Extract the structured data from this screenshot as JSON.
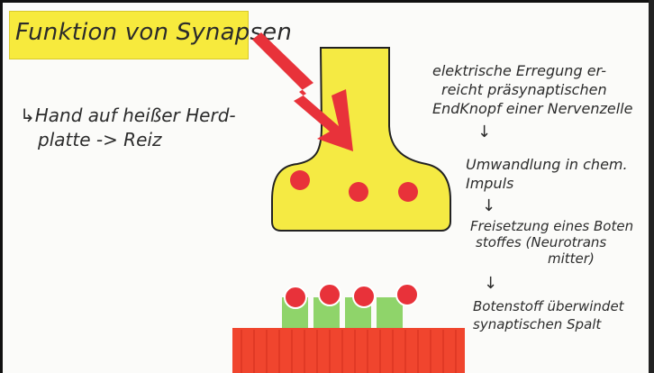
{
  "title": "Funktion von Synapsen",
  "left_note": {
    "line1": "↳Hand auf heißer Herd-",
    "line2": "platte -> Reiz"
  },
  "steps": {
    "step1": [
      "elektrische Erregung er-",
      "reicht präsynaptischen",
      "EndKnopf einer Nervenzelle"
    ],
    "arrow1": "↓",
    "step2": [
      "Umwandlung in chem.",
      "Impuls"
    ],
    "arrow2": "↓",
    "step3": [
      "Freisetzung eines Boten",
      "stoffes (Neurotrans",
      "mitter)"
    ],
    "arrow3": "↓",
    "step4": [
      "Botenstoff überwindet",
      "synaptischen Spalt"
    ]
  },
  "colors": {
    "title_card": "#f7ea3d",
    "knob": "#f5ea43",
    "vesicle": "#e8323a",
    "lightning": "#e8323a",
    "receptor": "#8fd46a",
    "postsynaptic": "#f0452e"
  },
  "icons": [
    "lightning-bolt-icon",
    "synaptic-knob-icon",
    "receptor-icon"
  ]
}
